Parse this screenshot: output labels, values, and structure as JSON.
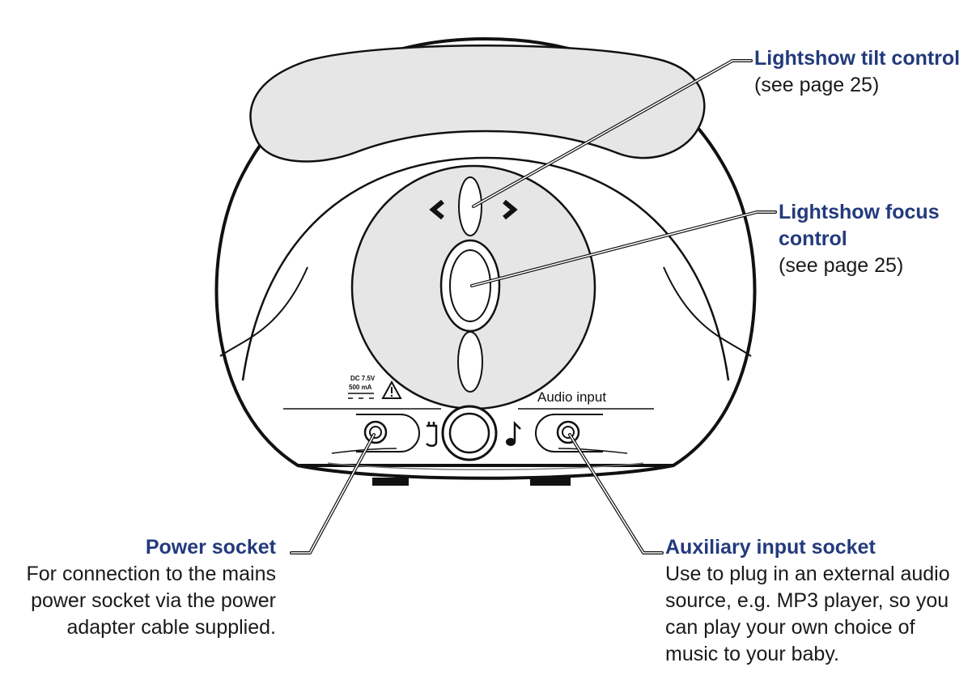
{
  "device_labels": {
    "dc_rating_line1": "DC 7.5V",
    "dc_rating_line2": "500 mA",
    "audio_input": "Audio input"
  },
  "callouts": {
    "tilt": {
      "title": "Lightshow tilt control",
      "desc": "(see page 25)"
    },
    "focus": {
      "title": "Lightshow focus control",
      "desc": "(see page 25)"
    },
    "power": {
      "title": "Power socket",
      "desc": "For connection to the mains power socket via the power adapter cable supplied."
    },
    "aux": {
      "title": "Auxiliary input socket",
      "desc": "Use to plug in an external audio source, e.g. MP3 player, so you can play your own choice of music to your baby."
    }
  },
  "icons": {
    "warning": "warning-triangle-icon",
    "chevrons": "chevron-left-right-icon",
    "power_plug": "power-plug-icon",
    "music_note": "music-note-icon"
  },
  "colors": {
    "callout_title": "#233a7c",
    "outline": "#111111",
    "panel_fill": "#e6e6e6"
  }
}
